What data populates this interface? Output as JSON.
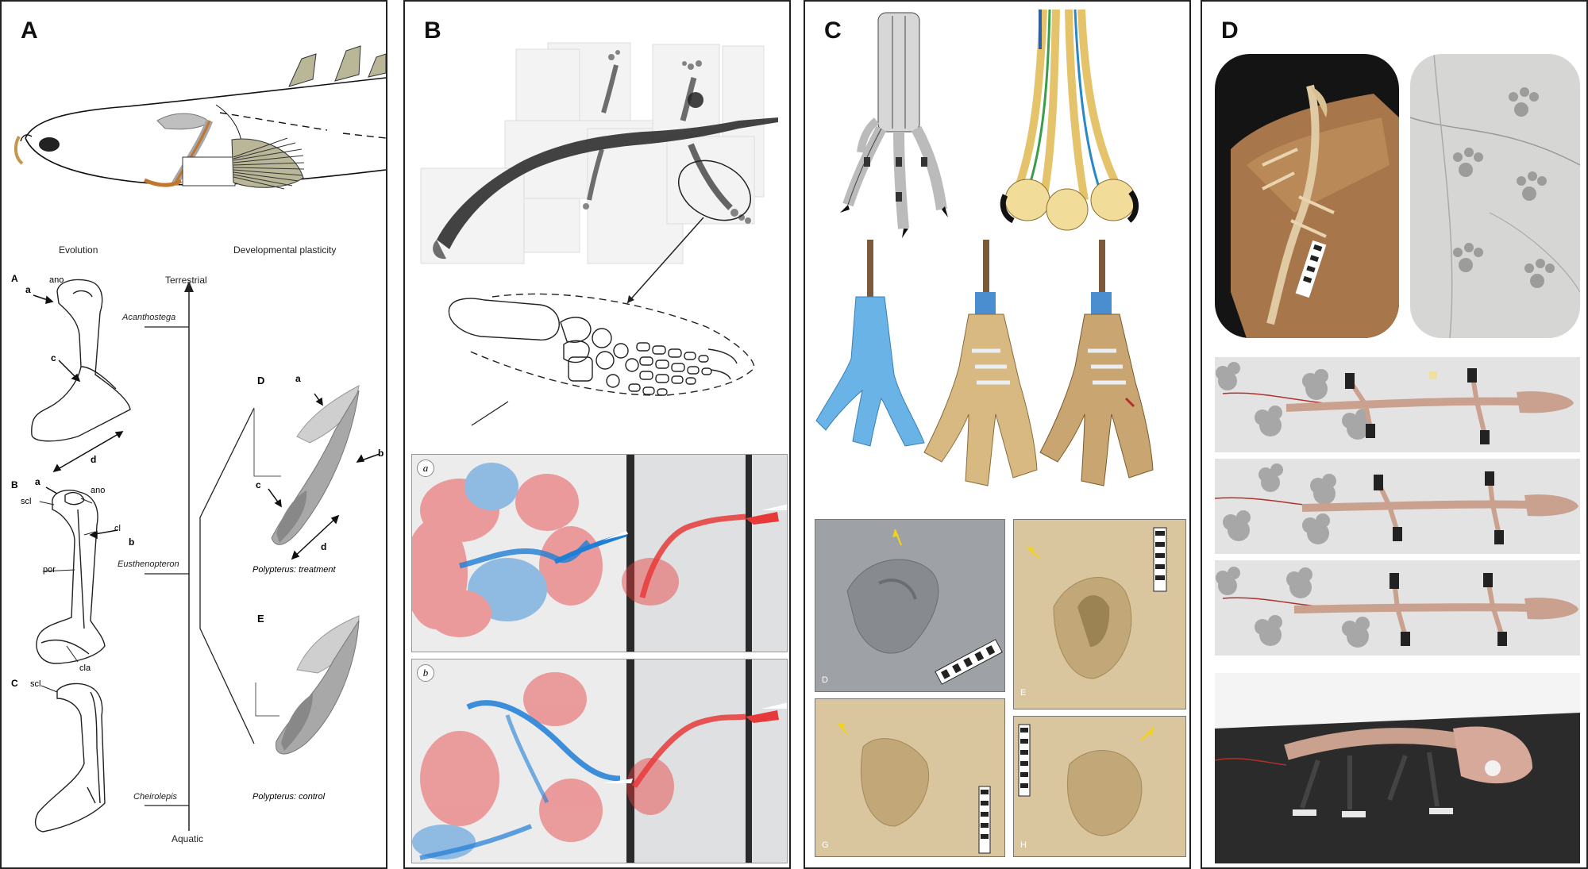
{
  "panels": {
    "a": {
      "label": "A"
    },
    "b": {
      "label": "B"
    },
    "c": {
      "label": "C"
    },
    "d": {
      "label": "D"
    }
  },
  "panel_a": {
    "col_left": "Evolution",
    "col_right": "Developmental plasticity",
    "axis_top": "Terrestrial",
    "axis_bottom": "Aquatic",
    "taxa": [
      "Acanthostega",
      "Eusthenopteron",
      "Cheirolepis"
    ],
    "sub_left": [
      "A",
      "B",
      "C"
    ],
    "sub_right": [
      "D",
      "E"
    ],
    "bone_labels": {
      "ano": "ano",
      "scl": "scl",
      "cl": "cl",
      "por": "por",
      "cla": "cla"
    },
    "pointer_letters": {
      "a": "a",
      "b": "b",
      "c": "c",
      "d": "d"
    },
    "treatment_caption": "Polypterus: treatment",
    "control_caption": "Polypterus: control"
  },
  "panel_b": {
    "frame_a": "a",
    "frame_b": "b"
  },
  "panel_c": {
    "track_labels": [
      "D",
      "E",
      "G",
      "H"
    ]
  },
  "colors": {
    "flow_red": "#e8393a",
    "flow_blue": "#1f7ed6",
    "fin_fill": "#b9b797",
    "track_arrow": "#f2d21a",
    "robot_bone": "#caa08e"
  }
}
